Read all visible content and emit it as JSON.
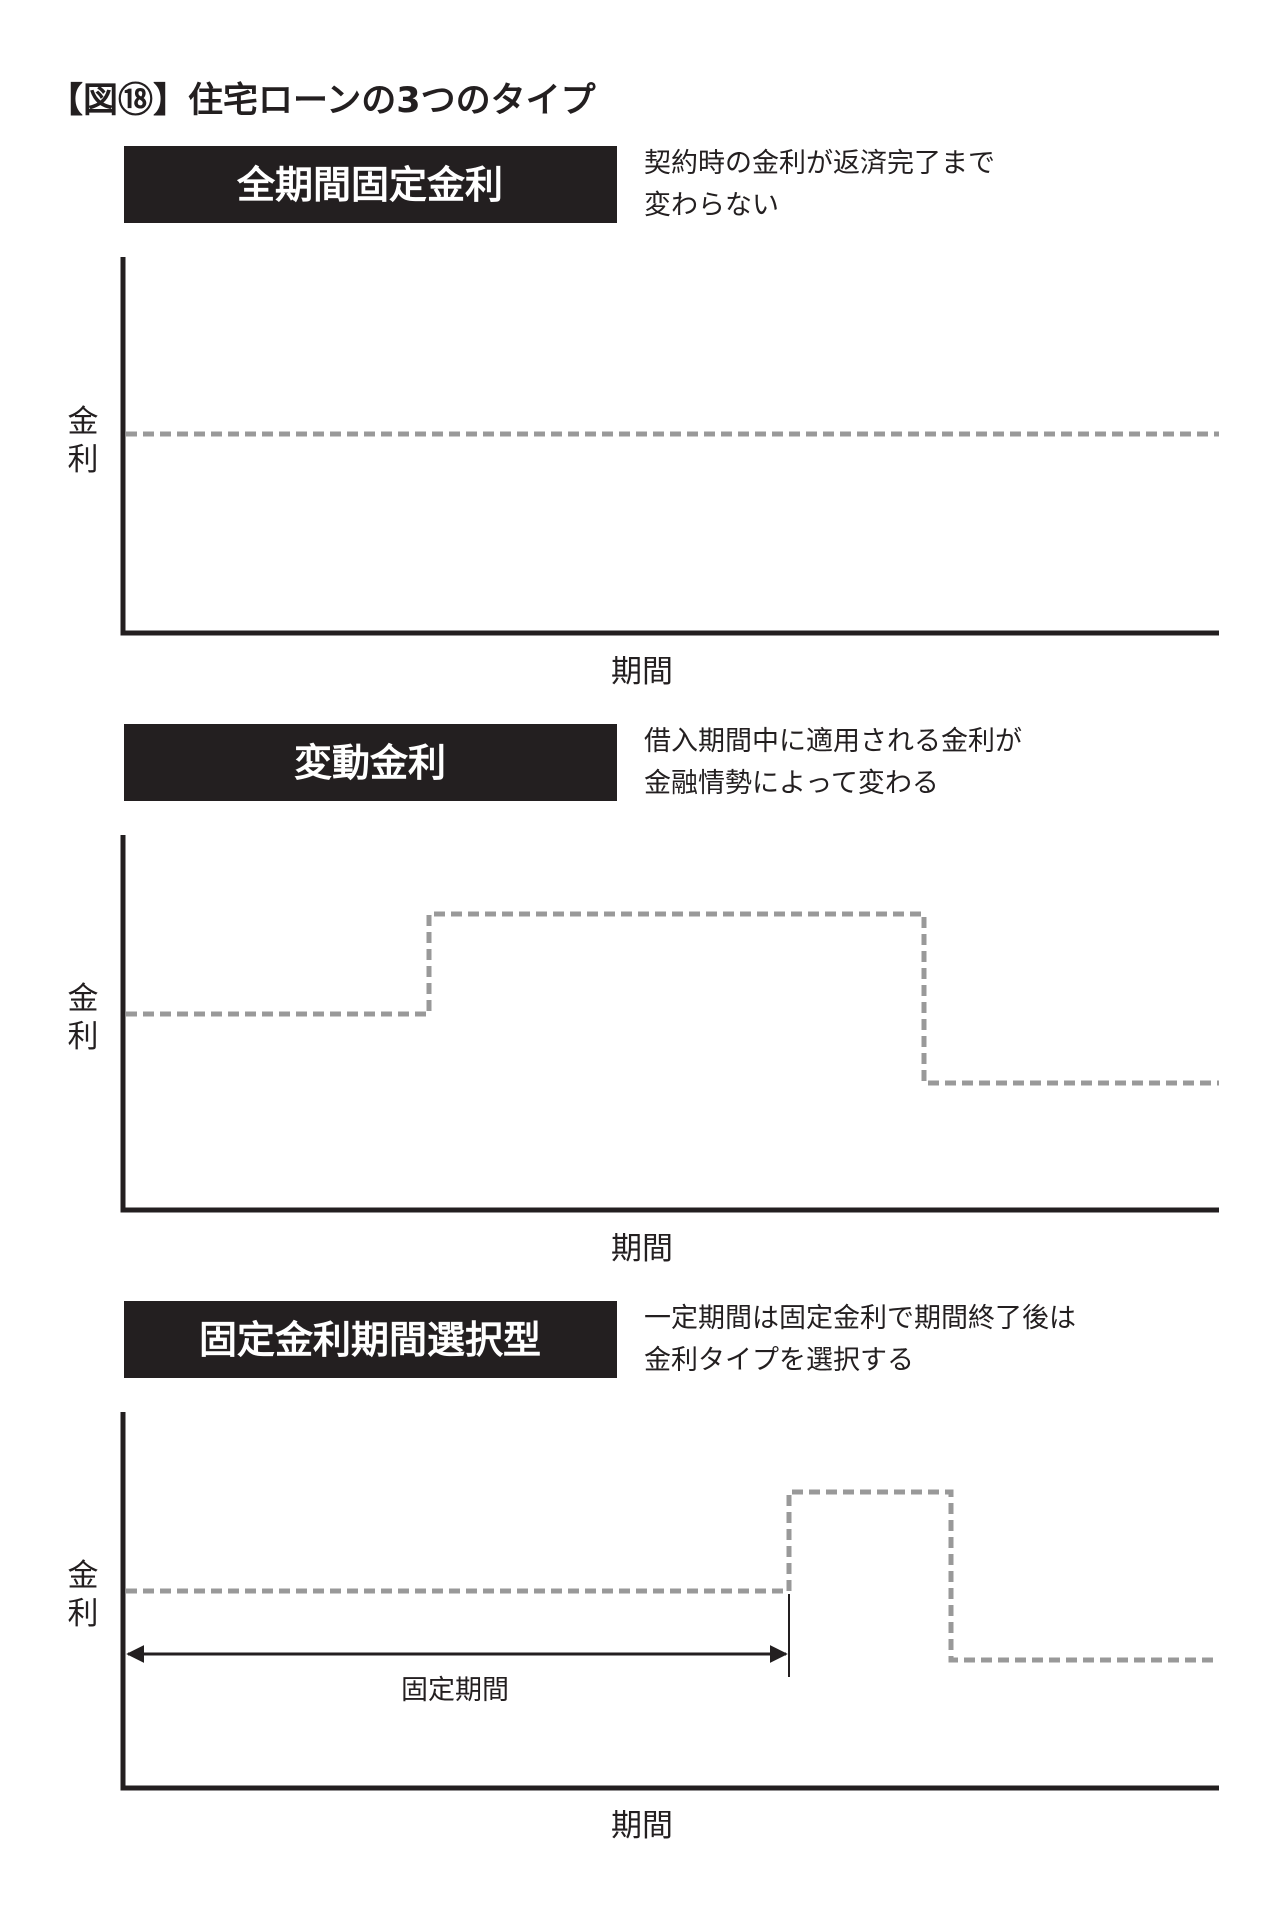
{
  "title": "【図⑱】住宅ローンの3つのタイプ",
  "panels": [
    {
      "label": "全期間固定金利",
      "desc": [
        "契約時の金利が返済完了まで",
        "変わらない"
      ],
      "y_axis": "金利",
      "y_axis_chars": [
        "金",
        "利"
      ],
      "x_axis": "期間"
    },
    {
      "label": "変動金利",
      "desc": [
        "借入期間中に適用される金利が",
        "金融情勢によって変わる"
      ],
      "y_axis": "金利",
      "y_axis_chars": [
        "金",
        "利"
      ],
      "x_axis": "期間"
    },
    {
      "label": "固定金利期間選択型",
      "desc": [
        "一定期間は固定金利で期間終了後は",
        "金利タイプを選択する"
      ],
      "y_axis": "金利",
      "y_axis_chars": [
        "金",
        "利"
      ],
      "x_axis": "期間",
      "annotation": "固定期間"
    }
  ],
  "colors": {
    "box": "#231f20",
    "rate_line": "#999999",
    "axis": "#231f20"
  }
}
